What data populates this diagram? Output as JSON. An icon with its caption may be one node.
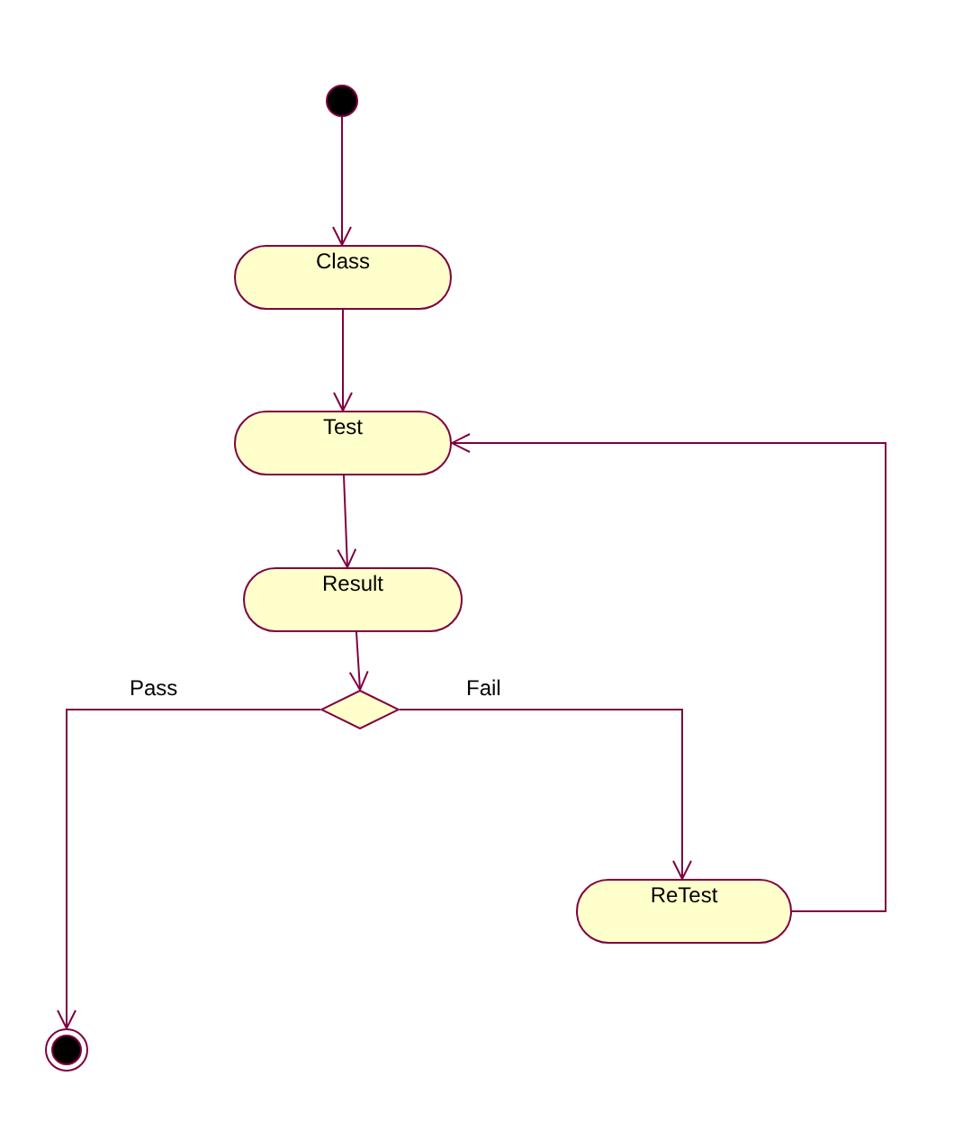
{
  "diagram": {
    "nodes": [
      {
        "text": [],
        "shape": "circle"
      },
      {
        "text": [
          "Class"
        ]
      },
      {
        "text": [
          "Test"
        ]
      },
      {
        "text": [
          "Result"
        ]
      },
      {
        "text": [],
        "shape": "diamond"
      },
      {
        "text": [
          "ReTest"
        ]
      },
      {
        "text": [],
        "shape": "circle"
      }
    ],
    "edges": [
      {
        "from": 0,
        "to": 1,
        "arrow": "to"
      },
      {
        "from": 1,
        "to": 2,
        "arrow": "to"
      },
      {
        "from": 2,
        "to": 3,
        "arrow": "to"
      },
      {
        "from": 3,
        "to": 4,
        "arrow": "to"
      },
      {
        "from": 4,
        "to": 6,
        "label": "Pass",
        "arrow": "to"
      },
      {
        "from": 4,
        "to": 5,
        "label": "Fail",
        "arrow": "to"
      },
      {
        "from": 5,
        "to": 2,
        "arrow": "to"
      }
    ]
  }
}
